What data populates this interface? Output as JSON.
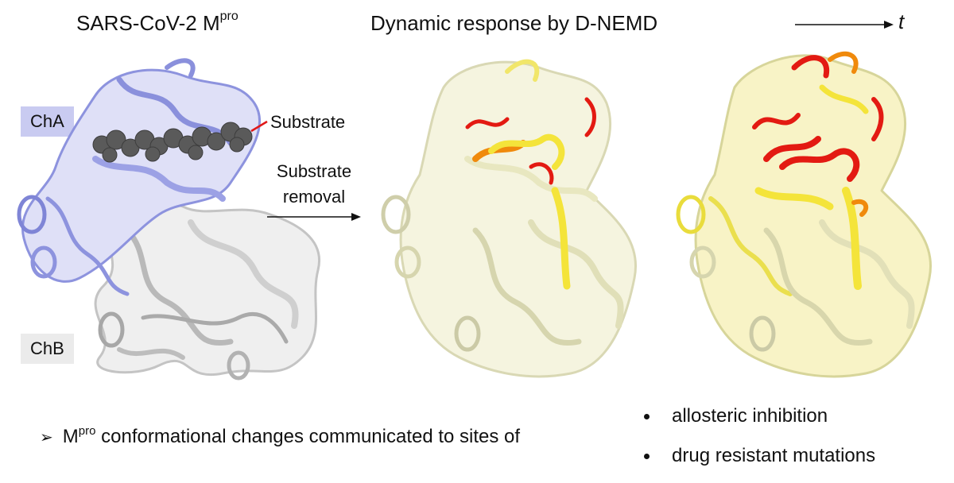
{
  "headings": {
    "left_main": "SARS-CoV-2 M",
    "left_sup": "pro",
    "center": "Dynamic response by D-NEMD",
    "time_symbol": "t"
  },
  "chain_labels": {
    "a": "ChA",
    "b": "ChB"
  },
  "substrate_label": "Substrate",
  "transition_label": {
    "line1": "Substrate",
    "line2": "removal"
  },
  "bottom": {
    "arrow_glyph": "➢",
    "statement_main": "M",
    "statement_sup": "pro",
    "statement_rest": " conformational changes communicated to sites of",
    "bullets": [
      "allosteric inhibition",
      "drug resistant mutations"
    ]
  },
  "colors": {
    "chain_a": "#9aa0e6",
    "chain_a_tag": "#c9cbf1",
    "chain_b": "#d6d6d6",
    "chain_b_tag": "#ebebeb",
    "substrate": "#555555",
    "pointer_line": "#e01818",
    "response_low": "#ecebc4",
    "response_mid": "#f4e43a",
    "response_high": "#e31a12",
    "response_orange": "#f08a0c"
  },
  "icons": {
    "time_arrow": "long-right-arrow-icon",
    "transition_arrow": "long-right-arrow-icon",
    "bullet": "round-bullet-icon"
  }
}
